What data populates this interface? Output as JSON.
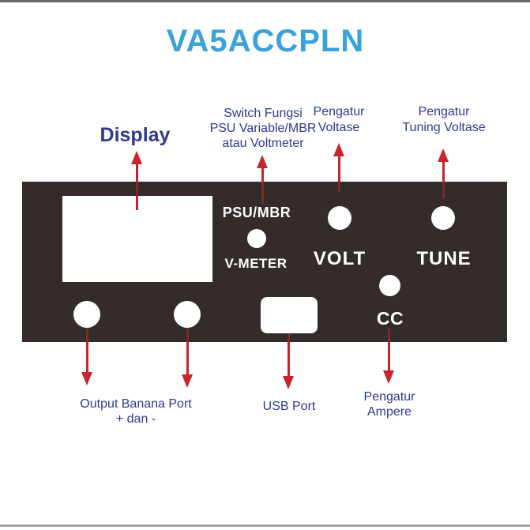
{
  "title": "VA5ACCPLN",
  "colors": {
    "title_blue": "#39A2D9",
    "label_navy": "#2E3A92",
    "arrow_red": "#C8242B",
    "panel_dark": "#342B2B",
    "element_white": "#FFFFFF"
  },
  "annotations": {
    "display": "Display",
    "switch_function": [
      "Switch Fungsi",
      "PSU Variable/MBR",
      "atau Voltmeter"
    ],
    "voltage_adjust": [
      "Pengatur",
      "Voltase"
    ],
    "tuning_adjust": [
      "Pengatur",
      "Tuning Voltase"
    ],
    "banana_output": [
      "Output Banana Port",
      "+ dan -"
    ],
    "usb": "USB Port",
    "ampere_adjust": [
      "Pengatur",
      "Ampere"
    ]
  },
  "panel": {
    "switch_top_label": "PSU/MBR",
    "switch_bottom_label": "V-METER",
    "volt_label": "VOLT",
    "tune_label": "TUNE",
    "cc_label": "CC"
  }
}
